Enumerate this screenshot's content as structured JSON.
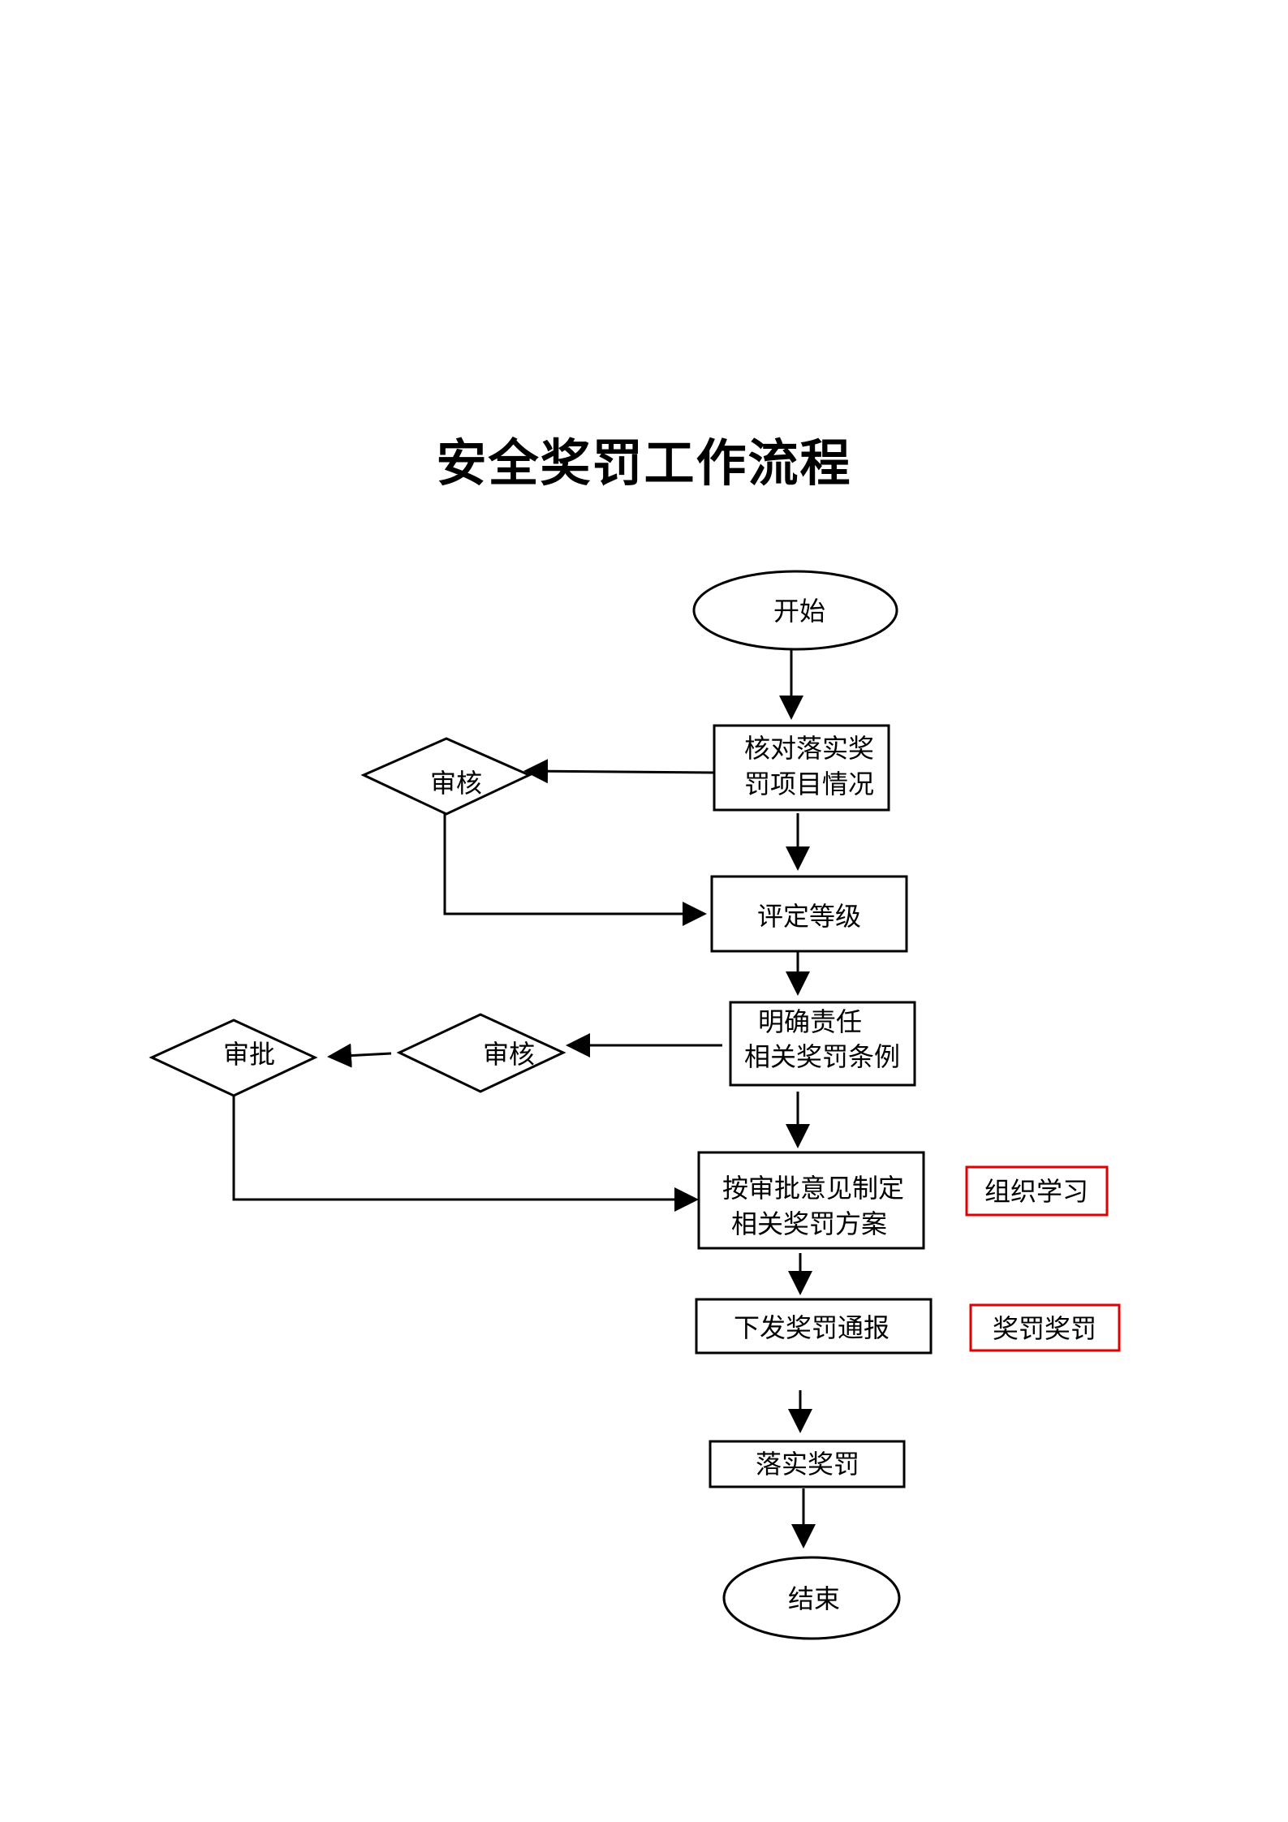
{
  "title": "安全奖罚工作流程",
  "nodes": {
    "start": "开始",
    "verify_line1": "核对落实奖",
    "verify_line2": "罚项目情况",
    "review1": "审核",
    "grade": "评定等级",
    "clarify_line1": "明确责任",
    "clarify_line2": "相关奖罚条例",
    "review2": "审核",
    "approve": "审批",
    "plan_line1": "按审批意见制定",
    "plan_line2": "相关奖罚方案",
    "organize_study": "组织学习",
    "notice": "下发奖罚通报",
    "reward_punish": "奖罚奖罚",
    "implement": "落实奖罚",
    "end": "结束"
  },
  "colors": {
    "stroke": "#000000",
    "highlight": "#e00000"
  }
}
